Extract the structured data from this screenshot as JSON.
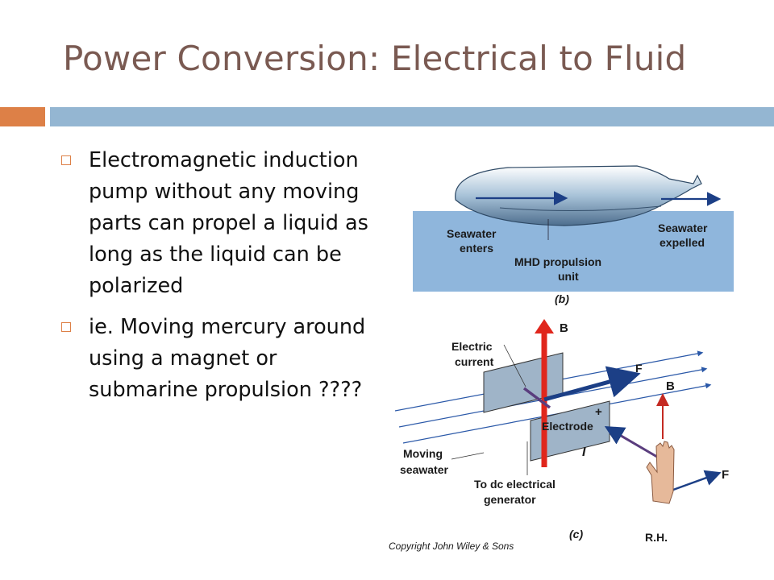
{
  "slide": {
    "title": "Power Conversion: Electrical to Fluid",
    "bullets": [
      "Electromagnetic induction pump without any moving parts can propel a liquid as long as the liquid can be polarized",
      "ie. Moving mercury around using a magnet or submarine propulsion ????"
    ]
  },
  "figure": {
    "top_labels": {
      "seawater_enters_1": "Seawater",
      "seawater_enters_2": "enters",
      "seawater_expelled_1": "Seawater",
      "seawater_expelled_2": "expelled",
      "mhd_1": "MHD propulsion",
      "mhd_2": "unit",
      "panel_b": "(b)"
    },
    "bottom_labels": {
      "b_field": "B",
      "electric_1": "Electric",
      "electric_2": "current",
      "f_force": "F",
      "electrode": "Electrode",
      "plus": "+",
      "moving_1": "Moving",
      "moving_2": "seawater",
      "dc_1": "To dc electrical",
      "dc_2": "generator",
      "current_i": "I",
      "hand_b": "B",
      "hand_f": "F",
      "rh": "R.H.",
      "panel_c": "(c)",
      "copyright": "Copyright John Wiley & Sons"
    },
    "colors": {
      "water": "#8fb6dc",
      "hull": "#a7c2d8",
      "arrow_red": "#e0261c",
      "arrow_navy": "#1c3f86",
      "electrode": "#9fb4c8",
      "accent_orange": "#dd8047",
      "accent_blue": "#94b6d2"
    }
  }
}
